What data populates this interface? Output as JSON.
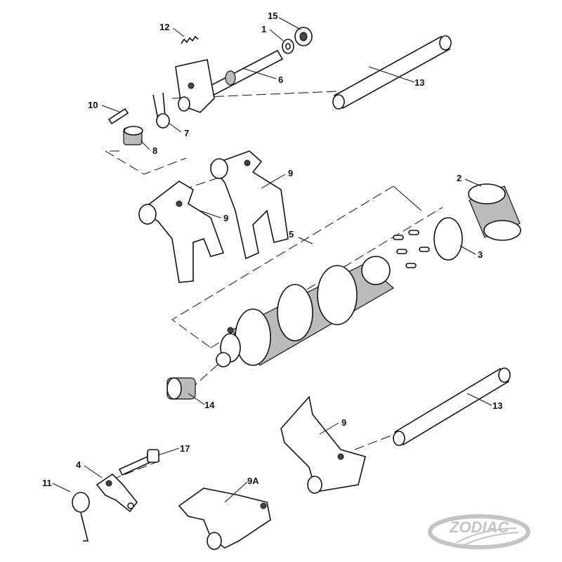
{
  "diagram": {
    "labels": {
      "p15": "15",
      "p1": "1",
      "p12": "12",
      "p6": "6",
      "p13a": "13",
      "p10": "10",
      "p7": "7",
      "p8": "8",
      "p9a": "9",
      "p9b": "9",
      "p2": "2",
      "p5": "5",
      "p3": "3",
      "p14": "14",
      "p13b": "13",
      "p9c": "9",
      "p17": "17",
      "p4": "4",
      "p11": "11",
      "p9A": "9A"
    },
    "logo": "ZODIAC"
  }
}
